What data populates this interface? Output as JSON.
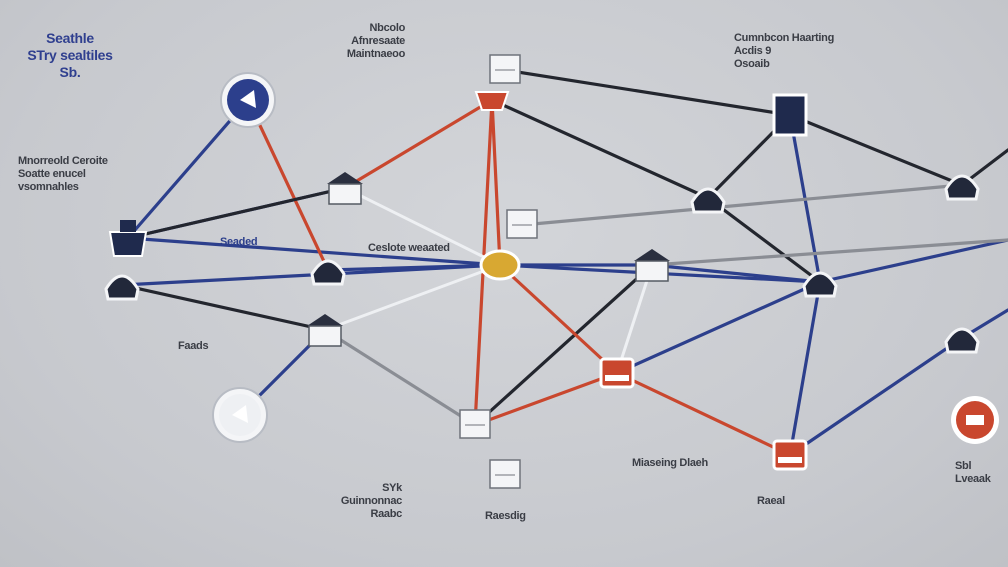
{
  "title": "Seathle\nSTry sealtiles\nSb.",
  "labels": [
    {
      "id": "top-center",
      "text": "Nbcolo\nAfnresaate\nMaintnaeoo"
    },
    {
      "id": "top-right",
      "text": "Cumnbcon Haarting\nAcdis 9\nOsoaib"
    },
    {
      "id": "left-mid",
      "text": "Mnorreold Ceroite\nSoatte enucel\nvsomnahles"
    },
    {
      "id": "center-left",
      "text": "Seaded"
    },
    {
      "id": "center",
      "text": "Ceslote weaated"
    },
    {
      "id": "left-low",
      "text": "Faads"
    },
    {
      "id": "bottom-center-left",
      "text": "SYk\nGuinnonnac\nRaabc"
    },
    {
      "id": "bottom-center",
      "text": "Raesdig"
    },
    {
      "id": "bottom-right",
      "text": "Miaseing Dlaeh"
    },
    {
      "id": "bottom-right-2",
      "text": "Raeal"
    },
    {
      "id": "far-right",
      "text": "Sbl\nLveaak"
    }
  ],
  "colors": {
    "blue": "#2c3f8c",
    "red": "#c9472e",
    "dark": "#23262e",
    "light": "#eef0f3",
    "gray": "#8a8d94",
    "yellow": "#d8a832"
  }
}
